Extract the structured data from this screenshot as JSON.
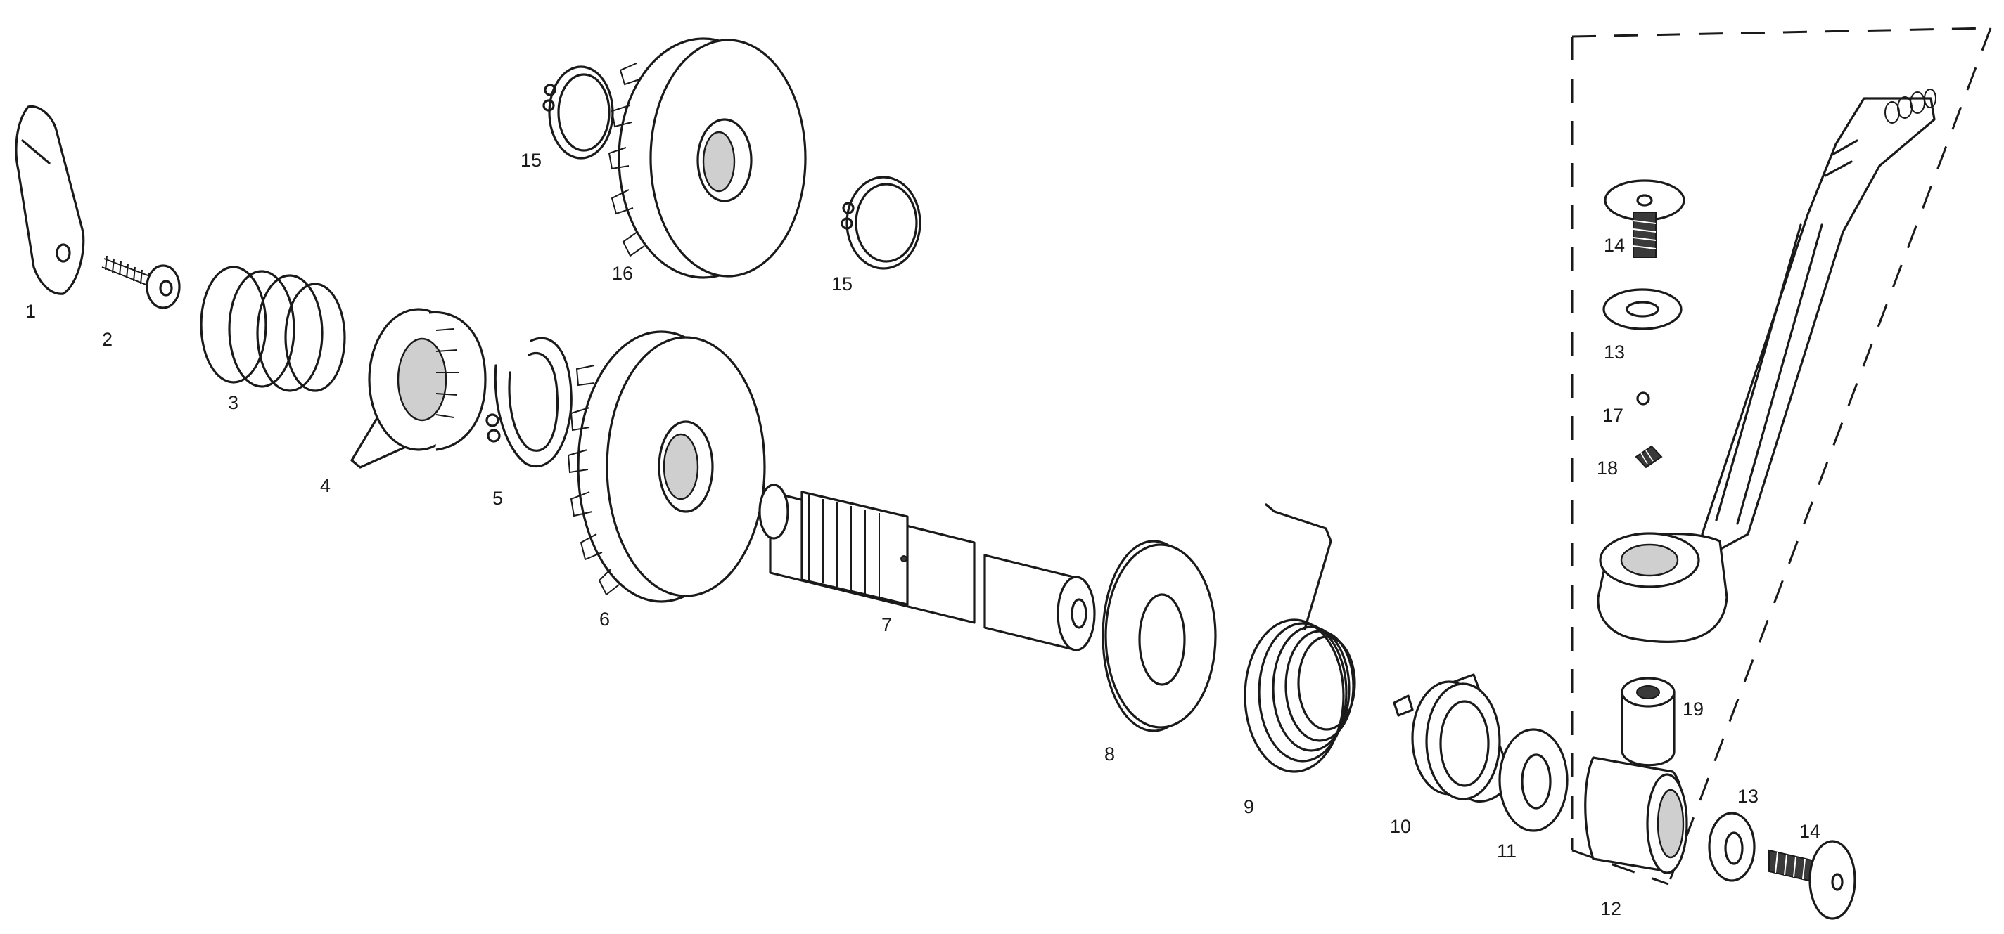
{
  "diagram": {
    "labels": [
      {
        "id": "part-1",
        "text": "1"
      },
      {
        "id": "part-2",
        "text": "2"
      },
      {
        "id": "part-3",
        "text": "3"
      },
      {
        "id": "part-4",
        "text": "4"
      },
      {
        "id": "part-5",
        "text": "5"
      },
      {
        "id": "part-6",
        "text": "6"
      },
      {
        "id": "part-7",
        "text": "7"
      },
      {
        "id": "part-8",
        "text": "8"
      },
      {
        "id": "part-9",
        "text": "9"
      },
      {
        "id": "part-10",
        "text": "10"
      },
      {
        "id": "part-11",
        "text": "11"
      },
      {
        "id": "part-12",
        "text": "12"
      },
      {
        "id": "part-13a",
        "text": "13"
      },
      {
        "id": "part-13b",
        "text": "13"
      },
      {
        "id": "part-14a",
        "text": "14"
      },
      {
        "id": "part-14b",
        "text": "14"
      },
      {
        "id": "part-15a",
        "text": "15"
      },
      {
        "id": "part-15b",
        "text": "15"
      },
      {
        "id": "part-16",
        "text": "16"
      },
      {
        "id": "part-17",
        "text": "17"
      },
      {
        "id": "part-18",
        "text": "18"
      },
      {
        "id": "part-19",
        "text": "19"
      }
    ]
  }
}
